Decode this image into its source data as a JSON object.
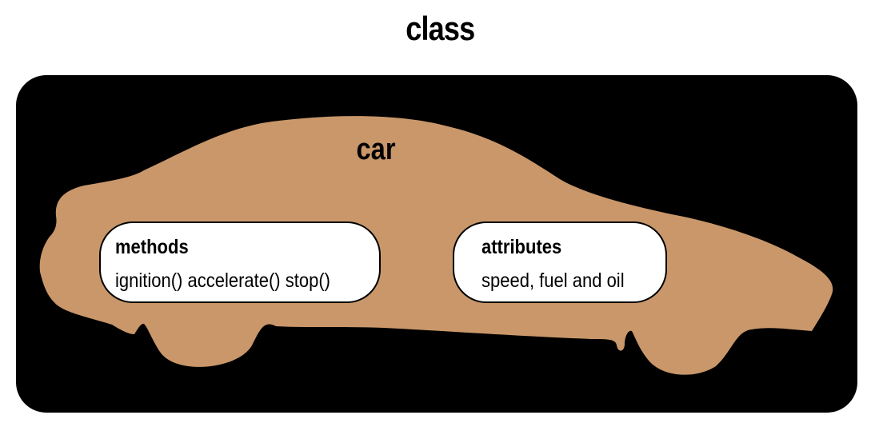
{
  "title": "class",
  "car": {
    "label": "car",
    "color": "#C9976A"
  },
  "methods": {
    "heading": "methods",
    "text": "ignition() accelerate() stop()"
  },
  "attributes": {
    "heading": "attributes",
    "text": "speed, fuel and oil"
  }
}
